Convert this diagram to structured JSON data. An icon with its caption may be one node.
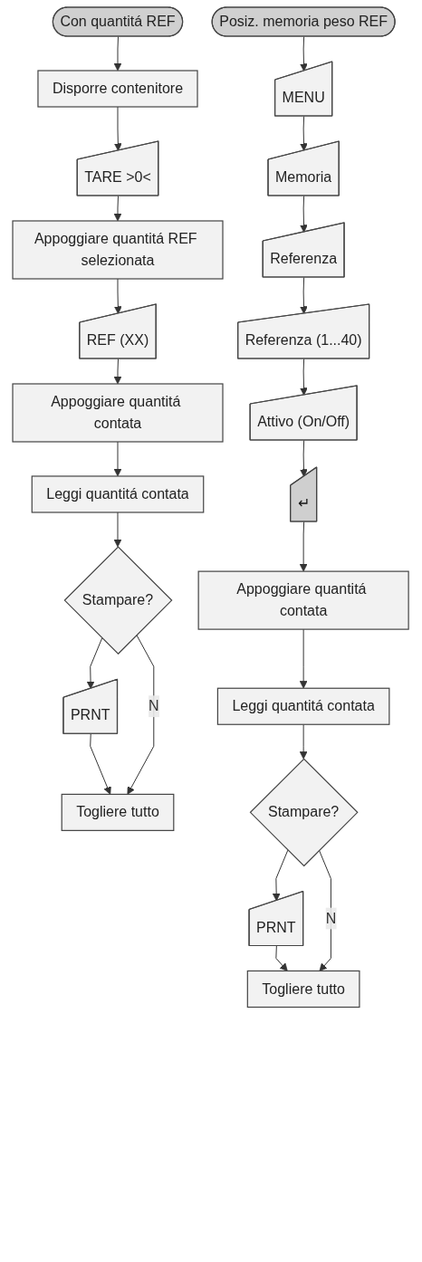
{
  "diagram": {
    "nodes": [
      {
        "text": [
          "Con quantitá REF"
        ]
      },
      {
        "text": [
          "Disporre contenitore"
        ]
      },
      {
        "text": [
          "TARE >0<"
        ]
      },
      {
        "text": [
          "Appoggiare quantitá REF selezionata"
        ]
      },
      {
        "text": [
          "REF (XX)"
        ]
      },
      {
        "text": [
          "Appoggiare quantitá contata"
        ]
      },
      {
        "text": [
          "Leggi quantitá contata"
        ]
      },
      {
        "text": [
          "Stampare?"
        ]
      },
      {
        "text": [
          "PRNT"
        ]
      },
      {
        "text": [
          "Togliere tutto"
        ]
      },
      {
        "text": [
          "Posiz. memoria peso REF"
        ]
      },
      {
        "text": [
          "MENU"
        ]
      },
      {
        "text": [
          "Memoria"
        ]
      },
      {
        "text": [
          "Referenza"
        ]
      },
      {
        "text": [
          "Referenza (1...40)"
        ]
      },
      {
        "text": [
          "Attivo (On/Off)"
        ]
      },
      {
        "text": [
          "↵"
        ]
      },
      {
        "text": [
          "Appoggiare quantitá contata"
        ]
      },
      {
        "text": [
          "Leggi quantitá contata"
        ]
      },
      {
        "text": [
          "Stampare?"
        ]
      },
      {
        "text": [
          "PRNT"
        ]
      },
      {
        "text": [
          "Togliere tutto"
        ]
      }
    ],
    "edges": [
      {
        "from": 0,
        "to": 1,
        "arrow": "to"
      },
      {
        "from": 1,
        "to": 2,
        "arrow": "to"
      },
      {
        "from": 2,
        "to": 3,
        "arrow": "to"
      },
      {
        "from": 3,
        "to": 4,
        "arrow": "to"
      },
      {
        "from": 4,
        "to": 5,
        "arrow": "to"
      },
      {
        "from": 5,
        "to": 6,
        "arrow": "to"
      },
      {
        "from": 6,
        "to": 7,
        "arrow": "to"
      },
      {
        "from": 7,
        "to": 8,
        "arrow": "to"
      },
      {
        "from": 8,
        "to": 9,
        "arrow": "to"
      },
      {
        "from": 7,
        "to": 9,
        "label": "N",
        "arrow": "to"
      },
      {
        "from": 10,
        "to": 11,
        "arrow": "to"
      },
      {
        "from": 11,
        "to": 12,
        "arrow": "to"
      },
      {
        "from": 12,
        "to": 13,
        "arrow": "to"
      },
      {
        "from": 13,
        "to": 14,
        "arrow": "to"
      },
      {
        "from": 14,
        "to": 15,
        "arrow": "to"
      },
      {
        "from": 15,
        "to": 16,
        "arrow": "to"
      },
      {
        "from": 16,
        "to": 17,
        "arrow": "to"
      },
      {
        "from": 17,
        "to": 18,
        "arrow": "to"
      },
      {
        "from": 18,
        "to": 19,
        "arrow": "to"
      },
      {
        "from": 19,
        "to": 20,
        "arrow": "to"
      },
      {
        "from": 20,
        "to": 21,
        "arrow": "to"
      },
      {
        "from": 19,
        "to": 21,
        "label": "N",
        "arrow": "to"
      }
    ]
  }
}
